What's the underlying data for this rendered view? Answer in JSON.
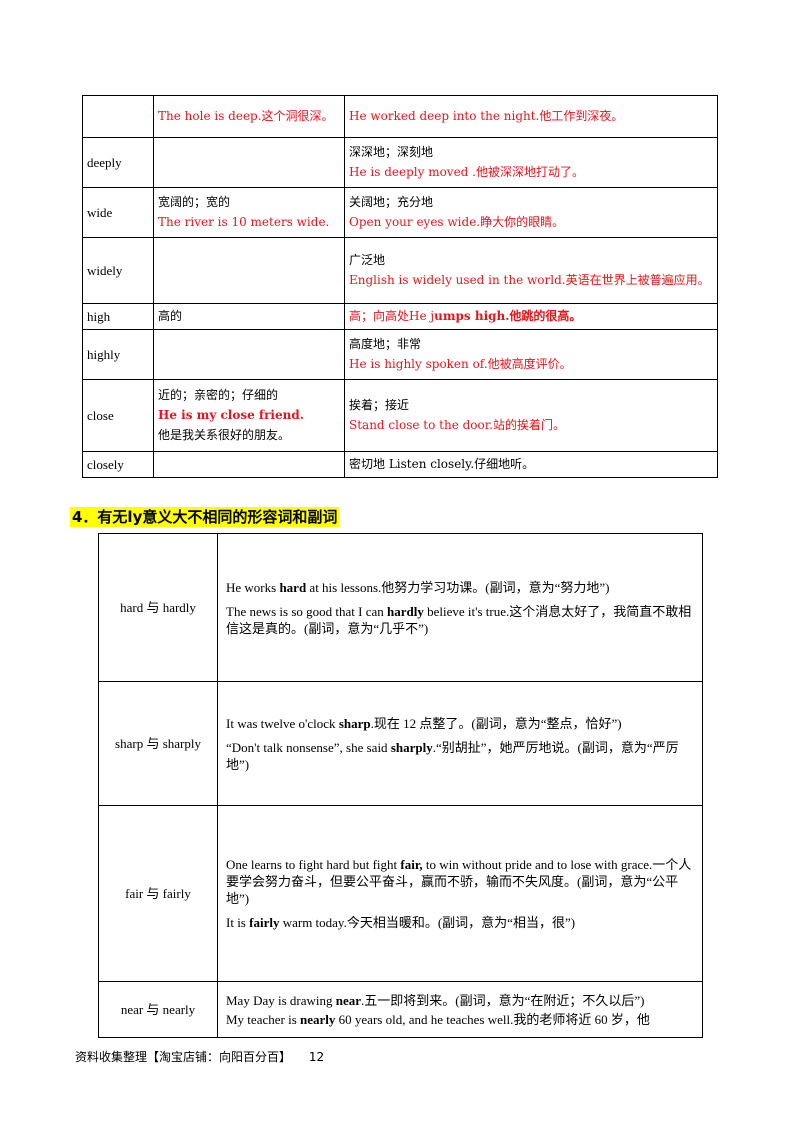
{
  "table1": {
    "r1": {
      "c2": "The hole is deep.这个洞很深。",
      "c3": "He worked deep into the night.他工作到深夜。"
    },
    "r2": {
      "word": "deeply",
      "c3a": "深深地；深刻地",
      "c3b": "He is deeply moved .他被深深地打动了。"
    },
    "r3": {
      "word": "wide",
      "c2a": "宽阔的；宽的",
      "c2b": "The river is 10 meters wide.",
      "c3a": "关阔地；充分地",
      "c3b": "Open your eyes wide.睁大你的眼睛。"
    },
    "r4": {
      "word": "widely",
      "c3a": "广泛地",
      "c3b": "English is widely used in the world.英语在世界上被普遍应用。"
    },
    "r5": {
      "word": "high",
      "c2": "高的",
      "c3a": "高；向高处He j",
      "c3b": "umps high.他跳的很高。"
    },
    "r6": {
      "word": "highly",
      "c3a": "高度地；非常",
      "c3b": "He is highly spoken of.他被高度评价。"
    },
    "r7": {
      "word": "close",
      "c2a": "近的；亲密的；仔细的",
      "c2b": "He is my close friend.",
      "c2c": "他是我关系很好的朋友。",
      "c3a": "挨着；接近",
      "c3b": "Stand close to the door.站的挨着门。"
    },
    "r8": {
      "word": "closely",
      "c3": "密切地  Listen closely.仔细地听。"
    }
  },
  "heading": "4．有无ly意义大不相同的形容词和副词",
  "table2": {
    "hard": {
      "word": "hard 与 hardly",
      "s1a": "He works ",
      "s1b": "hard",
      "s1c": " at his lessons.他努力学习功课。(副词，意为“努力地”)",
      "s2a": "The news is so good that I can ",
      "s2b": "hardly",
      "s2c": " believe it's true.这个消息太好了，我简直不敢相信这是真的。(副词，意为“几乎不”)"
    },
    "sharp": {
      "word": "sharp 与 sharply",
      "s1a": "It was twelve o'clock ",
      "s1b": "sharp",
      "s1c": ".现在 12 点整了。(副词，意为“整点，恰好”)",
      "s2a": "“Don't talk nonsense”,   she said ",
      "s2b": "sharply",
      "s2c": ".“别胡扯”，她严厉地说。(副词，意为“严厉地”)"
    },
    "fair": {
      "word": "fair 与 fairly",
      "s1a": "One learns to fight hard but fight ",
      "s1b": "fair,",
      "s1c": " to win without pride and to lose with grace.一个人要学会努力奋斗，但要公平奋斗，赢而不骄，输而不失风度。(副词，意为“公平地”)",
      "s2a": "It is ",
      "s2b": "fairly",
      "s2c": " warm today.今天相当暖和。(副词，意为“相当，很”)"
    },
    "near": {
      "word": "near 与 nearly",
      "s1a": "May Day is drawing ",
      "s1b": "near",
      "s1c": ".五一即将到来。(副词，意为“在附近；不久以后”)",
      "s2a": "My teacher is ",
      "s2b": "nearly",
      "s2c": " 60 years old, and he teaches well.我的老师将近 60 岁，他"
    }
  },
  "footer": {
    "text": "资料收集整理【淘宝店铺：向阳百分百】",
    "page": "12"
  }
}
